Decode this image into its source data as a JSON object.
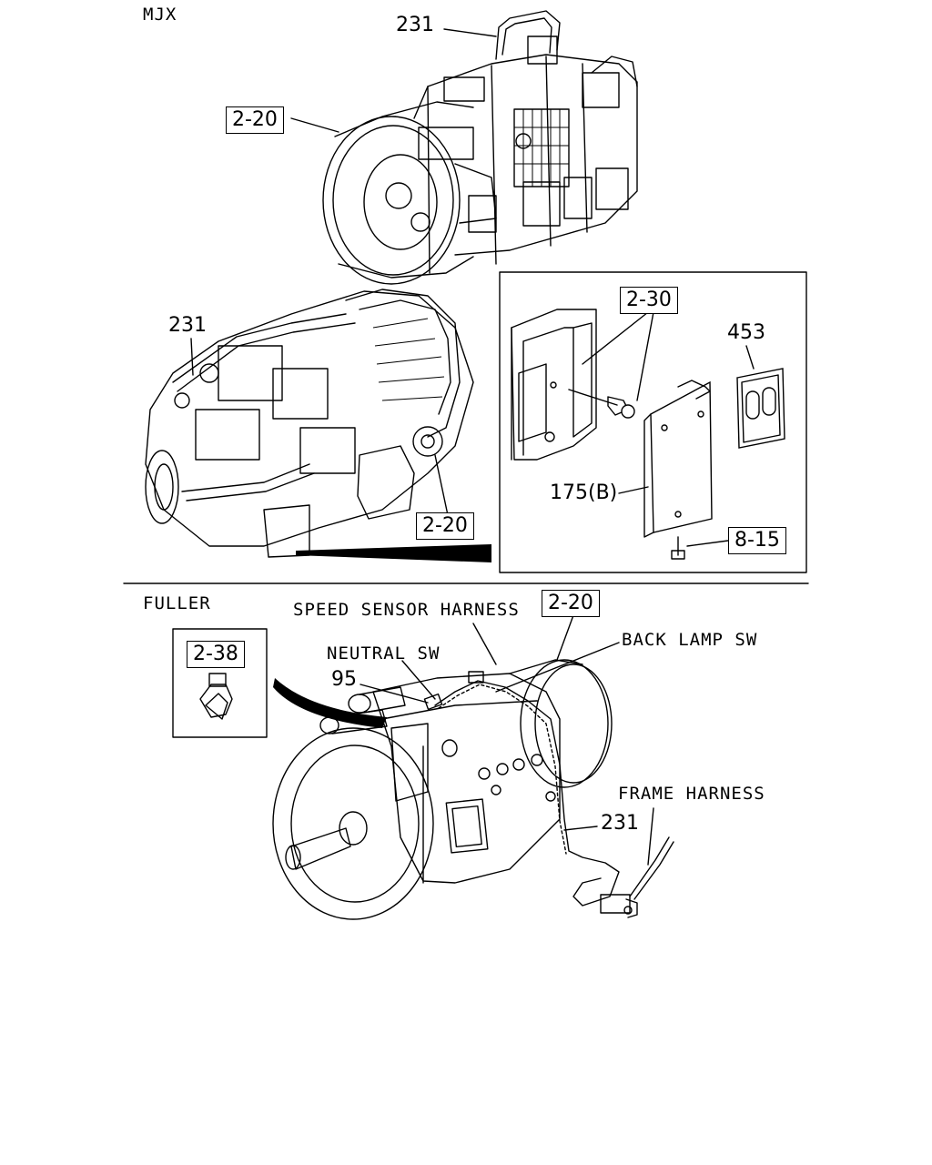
{
  "sections": {
    "mjx": {
      "title": "MJX"
    },
    "fuller": {
      "title": "FULLER"
    }
  },
  "mjx_top": {
    "callout_231": "231",
    "ref_2_20": "2-20"
  },
  "mjx_rear": {
    "callout_231": "231",
    "ref_2_20": "2-20"
  },
  "bracket_inset": {
    "ref_2_30": "2-30",
    "callout_453": "453",
    "callout_175b": "175(B)",
    "ref_8_15": "8-15"
  },
  "fuller_view": {
    "speed_sensor_harness": "SPEED SENSOR HARNESS",
    "ref_2_20": "2-20",
    "back_lamp_sw": "BACK LAMP SW",
    "neutral_sw": "NEUTRAL SW",
    "callout_95": "95",
    "ref_2_38": "2-38",
    "frame_harness": "FRAME HARNESS",
    "callout_231": "231"
  }
}
